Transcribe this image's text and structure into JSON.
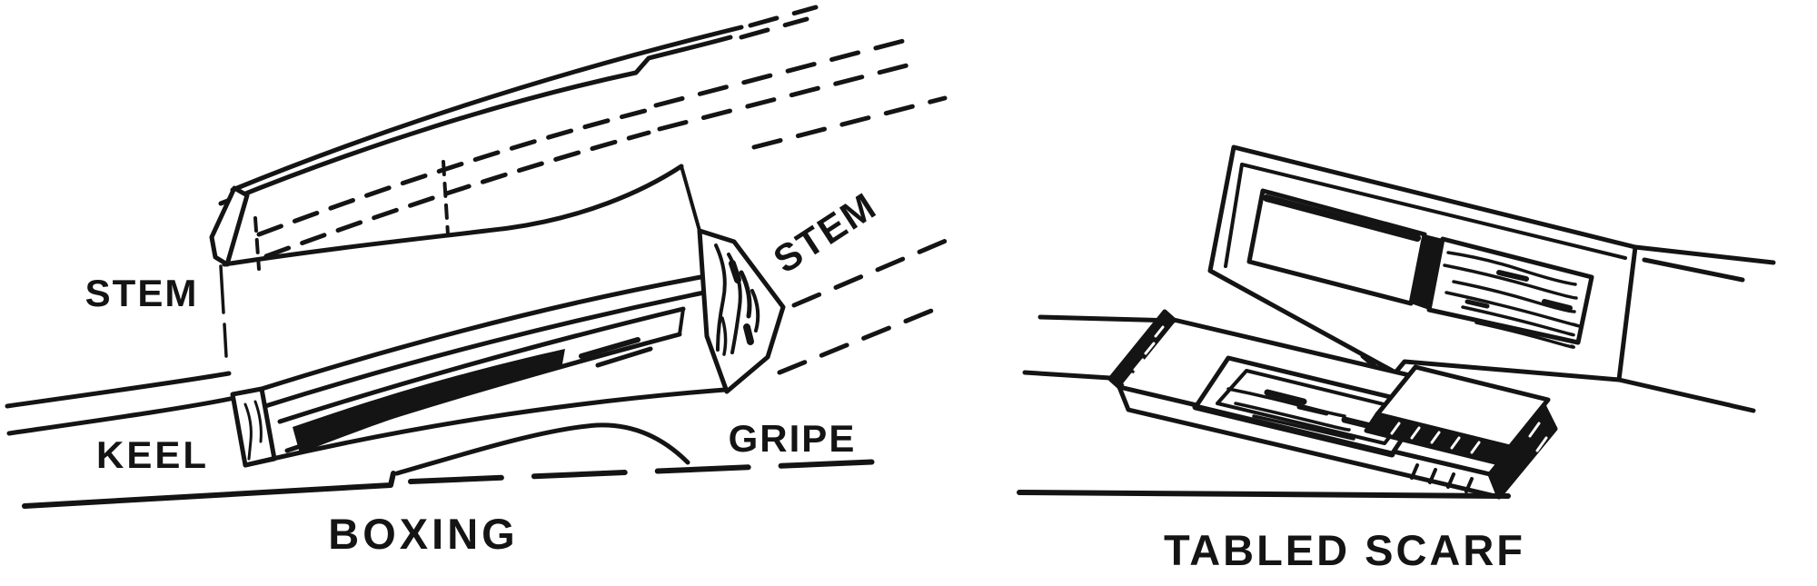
{
  "canvas": {
    "background": "#ffffff",
    "ink": "#141414"
  },
  "figures": [
    {
      "id": "boxing",
      "caption": "BOXING",
      "labels": {
        "stem_left": "STEM",
        "stem_right": "STEM",
        "keel": "KEEL",
        "gripe": "GRIPE"
      }
    },
    {
      "id": "tabled_scarf",
      "caption": "TABLED SCARF",
      "labels": {}
    }
  ]
}
